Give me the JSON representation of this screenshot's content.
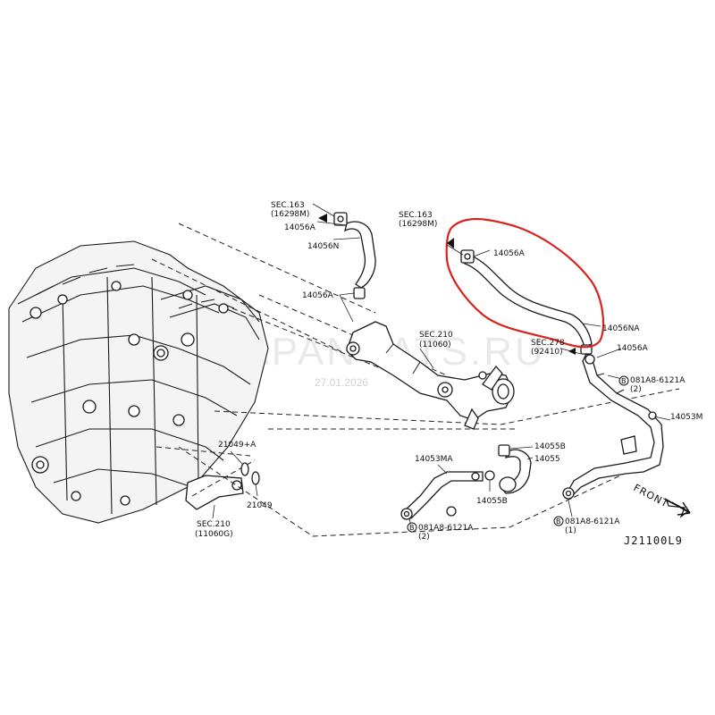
{
  "diagram_code": "J21100L9",
  "front_label": "FRONT",
  "watermark": {
    "text": "WWW.JAPANCATS.RU",
    "date": "27.01.2026"
  },
  "labels": {
    "sec163_top": "SEC.163",
    "sec163_top_ref": "(16298M)",
    "part_14056A_top": "14056A",
    "part_14056N": "14056N",
    "part_14056A_mid": "14056A",
    "sec163_right": "SEC.163",
    "sec163_right_ref": "(16298M)",
    "part_14056A_red": "14056A",
    "part_14056NA": "14056NA",
    "sec278": "SEC.278",
    "sec278_ref": "(92410)",
    "part_14056A_right": "14056A",
    "sec210_top": "SEC.210",
    "sec210_top_ref": "(11060)",
    "bolt_081A8_top": "081A8-6121A",
    "bolt_qty_top": "(2)",
    "part_14053M": "14053M",
    "part_14055B": "14055B",
    "part_14055": "14055",
    "part_14053MA": "14053MA",
    "part_14055B_low": "14055B",
    "bolt_081A8_low": "081A8-6121A",
    "bolt_qty_low": "(2)",
    "bolt_081A8_right": "081A8-6121A",
    "bolt_qty_right": "(1)",
    "part_21049A": "21049+A",
    "part_21049": "21049",
    "sec210_bottom": "SEC.210",
    "sec210_bottom_ref": "(11060G)"
  },
  "colors": {
    "highlight": "#d9231e",
    "line": "#1a1a1a"
  },
  "icons": {
    "bolt_marker": "circle-b-icon",
    "front_arrow": "arrow-down-right-icon",
    "arrow_ref": "arrow-left-icon"
  }
}
